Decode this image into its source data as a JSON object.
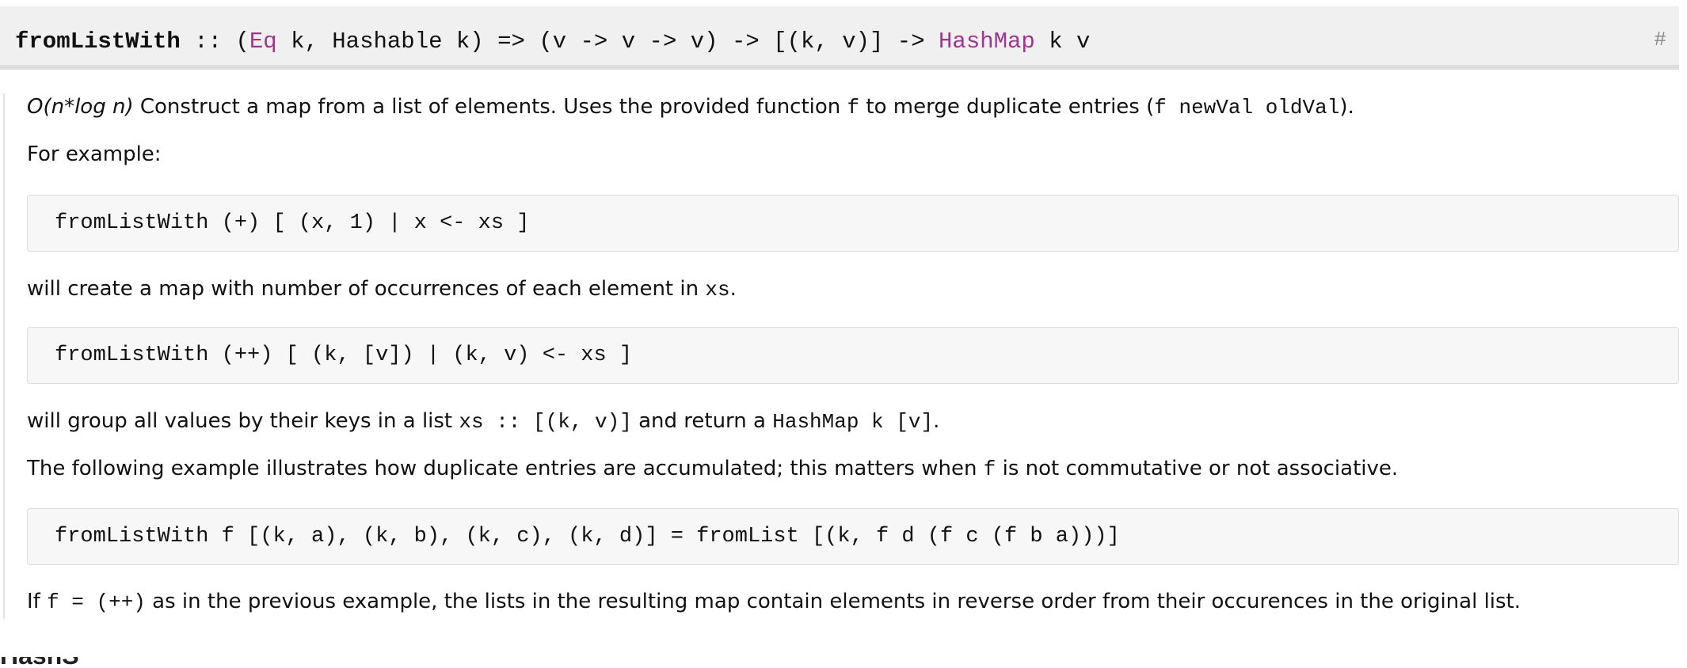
{
  "signature": {
    "function_name": "fromListWith",
    "text_1": " :: (",
    "class_eq": "Eq",
    "text_2": " k, Hashable k) => (v -> v -> v) -> [(k, v)] -> ",
    "type_hashmap": "HashMap",
    "text_3": " k v",
    "anchor": "#"
  },
  "doc": {
    "p1": {
      "complexity": "O(n*log n)",
      "text_a": " Construct a map from a list of elements. Uses the provided function ",
      "code_a": "f",
      "text_b": " to merge duplicate entries (",
      "code_b": "f newVal oldVal",
      "text_c": ")."
    },
    "p2": "For example:",
    "code1": "fromListWith (+) [ (x, 1) | x <- xs ]",
    "p3": {
      "text_a": "will create a map with number of occurrences of each element in ",
      "code_a": "xs",
      "text_b": "."
    },
    "code2": "fromListWith (++) [ (k, [v]) | (k, v) <- xs ]",
    "p4": {
      "text_a": "will group all values by their keys in a list ",
      "code_a": "xs :: [(k, v)]",
      "text_b": " and return a ",
      "code_b": "HashMap k [v]",
      "text_c": "."
    },
    "p5": {
      "text_a": "The following example illustrates how duplicate entries are accumulated; this matters when ",
      "code_a": "f",
      "text_b": " is not commutative or not associative."
    },
    "code3": "fromListWith f [(k, a), (k, b), (k, c), (k, d)] = fromList [(k, f d (f c (f b a)))]",
    "p6": {
      "text_a": "If ",
      "code_a": "f = (++)",
      "text_b": " as in the previous example, the lists in the resulting map contain elements in reverse order from their occurences in the original list."
    }
  },
  "next_section_heading": "HashS"
}
